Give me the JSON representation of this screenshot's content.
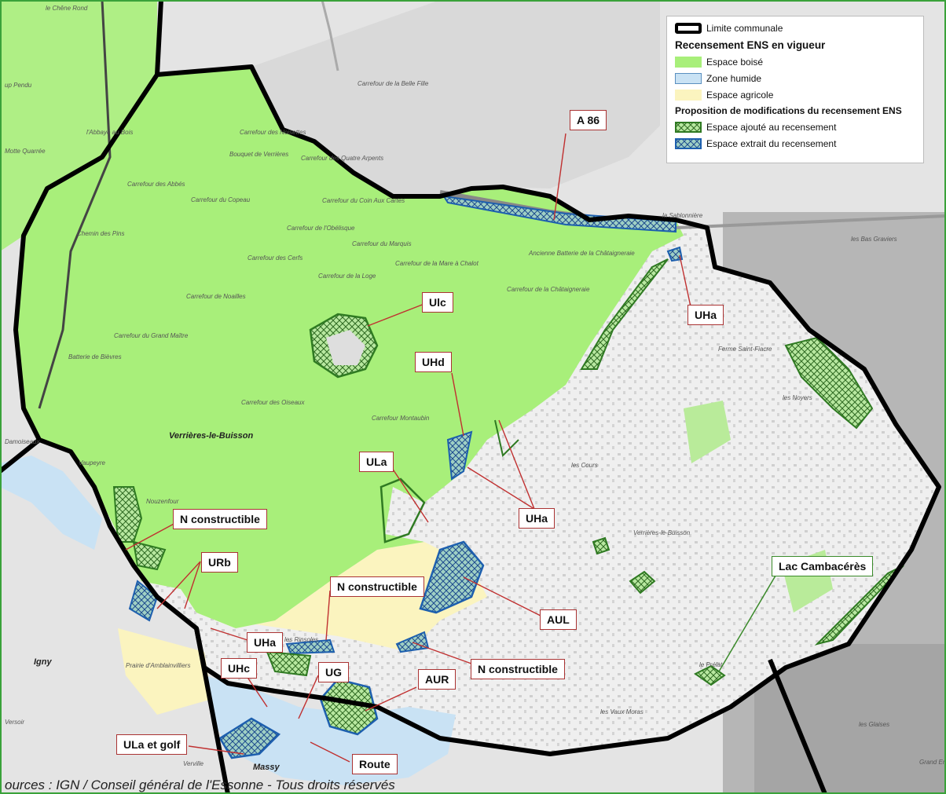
{
  "legend": {
    "commune": "Limite communale",
    "title1": "Recensement ENS en vigueur",
    "boise": "Espace boisé",
    "humide": "Zone humide",
    "agricole": "Espace agricole",
    "title2": "Proposition de modifications du recensement ENS",
    "ajoute": "Espace ajouté au recensement",
    "extrait": "Espace extrait du recensement"
  },
  "colors": {
    "boise": "#a8ef7a",
    "humide": "#c9e2f4",
    "agricole": "#fbf4bf",
    "limite": "#000000",
    "ajoute": "#3a8a2a",
    "extrait": "#1d5fae",
    "label_border": "#a33333"
  },
  "labels": {
    "a86": "A 86",
    "ulc": "Ulc",
    "uha_ne": "UHa",
    "uhd": "UHd",
    "ula": "ULa",
    "uha_mid": "UHa",
    "n_constr_w": "N constructible",
    "urb": "URb",
    "n_constr_s": "N constructible",
    "aul": "AUL",
    "lac": "Lac Cambacérès",
    "uha_sw": "UHa",
    "uhc": "UHc",
    "ug": "UG",
    "aur": "AUR",
    "n_constr_se": "N constructible",
    "ula_golf": "ULa et golf",
    "route": "Route"
  },
  "places": {
    "chene_rond": "le Chêne Rond",
    "pendu": "up Pendu",
    "belle_fille": "Carrefour de la Belle Fille",
    "noisettes": "Carrefour des Noisettes",
    "bouquet": "Bouquet de Verrières",
    "abbaye": "l'Abbaye au Bois",
    "quatre_arpents": "Carrefour des Quatre Arpents",
    "motte": "Motte Quarrée",
    "abbes": "Carrefour des Abbés",
    "copeau": "Carrefour du Copeau",
    "cartes": "Carrefour du Coin Aux Cartes",
    "obelisque": "Carrefour de l'Obélisque",
    "pins": "Chemin des Pins",
    "marquis": "Carrefour du Marquis",
    "cerfs": "Carrefour des Cerfs",
    "mare_chalot": "Carrefour de la Mare à Chalot",
    "loge": "Carrefour de la Loge",
    "batterie_chat": "Ancienne Batterie de la Châtaigneraie",
    "chataigneraie": "Carrefour de la Châtaigneraie",
    "noailles": "Carrefour de Noailles",
    "grand_maitre": "Carrefour du Grand Maître",
    "batterie_bievres": "Batterie de Bièvres",
    "oiseaux": "Carrefour des Oiseaux",
    "montaubin": "Carrefour Montaubin",
    "sablonniere": "la Sablonnière",
    "bas_graviers": "les Bas Graviers",
    "saint_fiacre": "Ferme Saint-Fiacre",
    "noyers": "les Noyers",
    "damoiseaux": "Damoiseaux",
    "vaupeyre": "Vaupeyre",
    "nouzen": "Nouzenfour",
    "prairie": "Prairie d'Amblainvilliers",
    "rinsoles": "les Rinsoles",
    "verville": "Verville",
    "versoir": "Versoir",
    "vaux_ronce": "les Vaux Moras",
    "grand_ensemble": "Grand Ensemble",
    "glaises": "les Glaises",
    "prelat": "le Prélat",
    "verrieres_small": "Verrières-le-Buisson",
    "cours": "les Cours"
  },
  "towns": {
    "verrieres": "Verrières-le-Buisson",
    "igny": "Igny",
    "massy": "Massy"
  },
  "source": "ources : IGN / Conseil général de l'Essonne - Tous droits réservés"
}
